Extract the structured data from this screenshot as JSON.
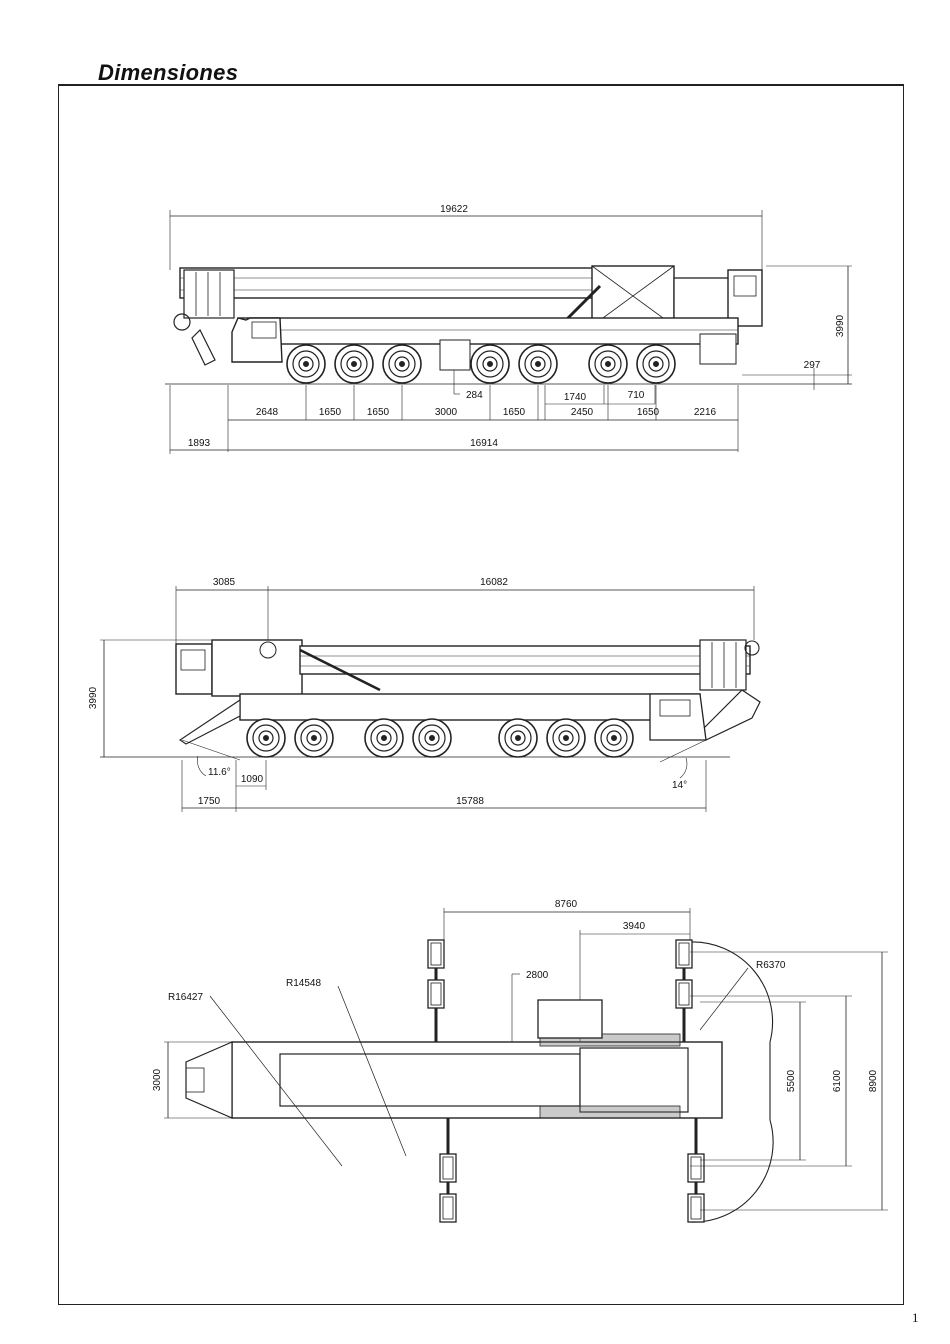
{
  "page": {
    "title": "Dimensiones",
    "page_number": "1"
  },
  "side_view_1": {
    "overall_length": "19622",
    "height": "3990",
    "ground_clearance": "297",
    "clearance_mark": "284",
    "dim_1740": "1740",
    "dim_710": "710",
    "axle_spacings": [
      "2648",
      "1650",
      "1650",
      "3000",
      "1650",
      "2450",
      "1650",
      "2216"
    ],
    "front_overhang": "1893",
    "wheelbase_total": "16914"
  },
  "side_view_2": {
    "rear_length": "3085",
    "front_length": "16082",
    "height": "3990",
    "departure_angle": "11.6°",
    "rear_dim": "1090",
    "approach_angle": "14°",
    "rear_overhang": "1750",
    "total_length": "15788"
  },
  "top_view": {
    "outrigger_span": "8760",
    "dim_3940": "3940",
    "dim_2800": "2800",
    "radius_counterweight": "R6370",
    "radius_1": "R16427",
    "radius_2": "R14548",
    "width": "3000",
    "support_5500": "5500",
    "support_6100": "6100",
    "support_8900": "8900"
  }
}
